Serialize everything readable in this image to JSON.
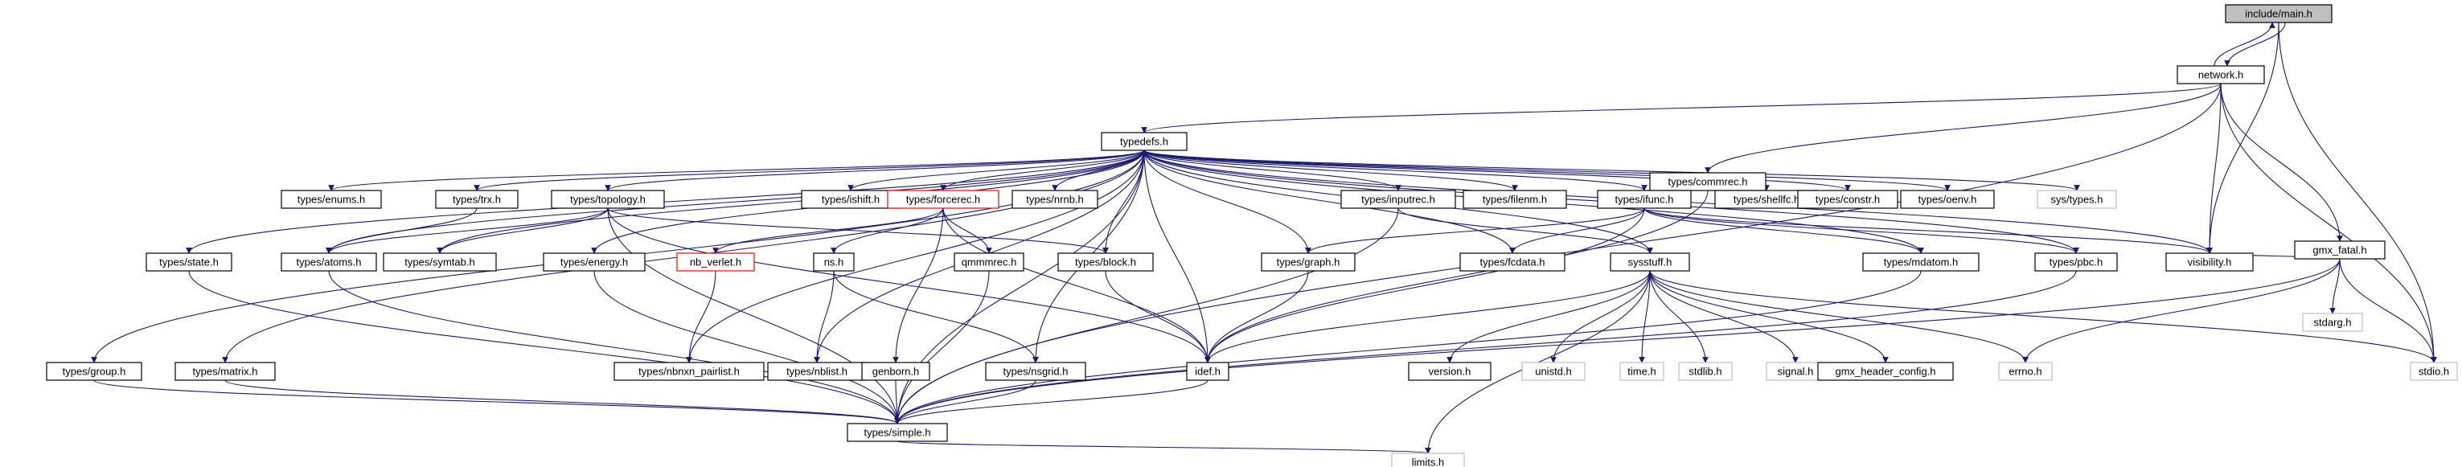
{
  "diagram": {
    "edge_color": "#191970",
    "root_fill": "#bfbfbf",
    "missing_border": "#bfbfbf",
    "truncated_border": "#ff0000",
    "nodes": [
      {
        "id": "main",
        "label": "include/main.h",
        "kind": "root"
      },
      {
        "id": "network",
        "label": "network.h",
        "kind": "normal"
      },
      {
        "id": "typedefs",
        "label": "typedefs.h",
        "kind": "normal"
      },
      {
        "id": "commrec",
        "label": "types/commrec.h",
        "kind": "normal"
      },
      {
        "id": "gmx_fatal",
        "label": "gmx_fatal.h",
        "kind": "normal"
      },
      {
        "id": "enums",
        "label": "types/enums.h",
        "kind": "normal"
      },
      {
        "id": "trx",
        "label": "types/trx.h",
        "kind": "normal"
      },
      {
        "id": "topology",
        "label": "types/topology.h",
        "kind": "normal"
      },
      {
        "id": "ishift",
        "label": "types/ishift.h",
        "kind": "normal"
      },
      {
        "id": "forcerec",
        "label": "types/forcerec.h",
        "kind": "truncated"
      },
      {
        "id": "nrnb",
        "label": "types/nrnb.h",
        "kind": "normal"
      },
      {
        "id": "inputrec",
        "label": "types/inputrec.h",
        "kind": "normal"
      },
      {
        "id": "filenm",
        "label": "types/filenm.h",
        "kind": "normal"
      },
      {
        "id": "ifunc",
        "label": "types/ifunc.h",
        "kind": "normal"
      },
      {
        "id": "shellfc",
        "label": "types/shellfc.h",
        "kind": "normal"
      },
      {
        "id": "constr",
        "label": "types/constr.h",
        "kind": "normal"
      },
      {
        "id": "oenv",
        "label": "types/oenv.h",
        "kind": "normal"
      },
      {
        "id": "systypes",
        "label": "sys/types.h",
        "kind": "missing"
      },
      {
        "id": "visibility",
        "label": "visibility.h",
        "kind": "normal"
      },
      {
        "id": "stdarg",
        "label": "stdarg.h",
        "kind": "missing"
      },
      {
        "id": "stdio",
        "label": "stdio.h",
        "kind": "missing"
      },
      {
        "id": "state",
        "label": "types/state.h",
        "kind": "normal"
      },
      {
        "id": "atoms",
        "label": "types/atoms.h",
        "kind": "normal"
      },
      {
        "id": "symtab",
        "label": "types/symtab.h",
        "kind": "normal"
      },
      {
        "id": "energy",
        "label": "types/energy.h",
        "kind": "normal"
      },
      {
        "id": "nb_verlet",
        "label": "nb_verlet.h",
        "kind": "truncated"
      },
      {
        "id": "ns",
        "label": "ns.h",
        "kind": "normal"
      },
      {
        "id": "qmmmrec",
        "label": "qmmmrec.h",
        "kind": "normal"
      },
      {
        "id": "block",
        "label": "types/block.h",
        "kind": "normal"
      },
      {
        "id": "graph",
        "label": "types/graph.h",
        "kind": "normal"
      },
      {
        "id": "fcdata",
        "label": "types/fcdata.h",
        "kind": "normal"
      },
      {
        "id": "sysstuff",
        "label": "sysstuff.h",
        "kind": "normal"
      },
      {
        "id": "mdatom",
        "label": "types/mdatom.h",
        "kind": "normal"
      },
      {
        "id": "pbc",
        "label": "types/pbc.h",
        "kind": "normal"
      },
      {
        "id": "group",
        "label": "types/group.h",
        "kind": "normal"
      },
      {
        "id": "matrix",
        "label": "types/matrix.h",
        "kind": "normal"
      },
      {
        "id": "nbnxn",
        "label": "types/nbnxn_pairlist.h",
        "kind": "normal"
      },
      {
        "id": "nblist",
        "label": "types/nblist.h",
        "kind": "normal"
      },
      {
        "id": "genborn",
        "label": "genborn.h",
        "kind": "normal"
      },
      {
        "id": "nsgrid",
        "label": "types/nsgrid.h",
        "kind": "normal"
      },
      {
        "id": "idef",
        "label": "idef.h",
        "kind": "normal"
      },
      {
        "id": "version",
        "label": "version.h",
        "kind": "normal"
      },
      {
        "id": "unistd",
        "label": "unistd.h",
        "kind": "missing"
      },
      {
        "id": "time",
        "label": "time.h",
        "kind": "missing"
      },
      {
        "id": "stdlib",
        "label": "stdlib.h",
        "kind": "missing"
      },
      {
        "id": "signal",
        "label": "signal.h",
        "kind": "missing"
      },
      {
        "id": "gmx_header_config",
        "label": "gmx_header_config.h",
        "kind": "normal"
      },
      {
        "id": "errno",
        "label": "errno.h",
        "kind": "missing"
      },
      {
        "id": "simple",
        "label": "types/simple.h",
        "kind": "normal"
      },
      {
        "id": "limits",
        "label": "limits.h",
        "kind": "missing"
      }
    ],
    "edges": [
      [
        "main",
        "network"
      ],
      [
        "main",
        "visibility"
      ],
      [
        "main",
        "stdio"
      ],
      [
        "network",
        "main"
      ],
      [
        "network",
        "typedefs"
      ],
      [
        "network",
        "commrec"
      ],
      [
        "network",
        "visibility"
      ],
      [
        "network",
        "gmx_fatal"
      ],
      [
        "network",
        "stdio"
      ],
      [
        "network",
        "simple"
      ],
      [
        "commrec",
        "idef"
      ],
      [
        "typedefs",
        "enums"
      ],
      [
        "typedefs",
        "trx"
      ],
      [
        "typedefs",
        "topology"
      ],
      [
        "typedefs",
        "ishift"
      ],
      [
        "typedefs",
        "forcerec"
      ],
      [
        "typedefs",
        "nrnb"
      ],
      [
        "typedefs",
        "inputrec"
      ],
      [
        "typedefs",
        "filenm"
      ],
      [
        "typedefs",
        "ifunc"
      ],
      [
        "typedefs",
        "shellfc"
      ],
      [
        "typedefs",
        "constr"
      ],
      [
        "typedefs",
        "oenv"
      ],
      [
        "typedefs",
        "systypes"
      ],
      [
        "typedefs",
        "visibility"
      ],
      [
        "typedefs",
        "state"
      ],
      [
        "typedefs",
        "atoms"
      ],
      [
        "typedefs",
        "symtab"
      ],
      [
        "typedefs",
        "energy"
      ],
      [
        "typedefs",
        "block"
      ],
      [
        "typedefs",
        "graph"
      ],
      [
        "typedefs",
        "fcdata"
      ],
      [
        "typedefs",
        "sysstuff"
      ],
      [
        "typedefs",
        "mdatom"
      ],
      [
        "typedefs",
        "pbc"
      ],
      [
        "typedefs",
        "group"
      ],
      [
        "typedefs",
        "matrix"
      ],
      [
        "typedefs",
        "nbnxn"
      ],
      [
        "typedefs",
        "nblist"
      ],
      [
        "typedefs",
        "idef"
      ],
      [
        "typedefs",
        "nsgrid"
      ],
      [
        "typedefs",
        "simple"
      ],
      [
        "gmx_fatal",
        "visibility"
      ],
      [
        "gmx_fatal",
        "stdarg"
      ],
      [
        "gmx_fatal",
        "stdio"
      ],
      [
        "gmx_fatal",
        "errno"
      ],
      [
        "gmx_fatal",
        "simple"
      ],
      [
        "trx",
        "atoms"
      ],
      [
        "topology",
        "atoms"
      ],
      [
        "topology",
        "symtab"
      ],
      [
        "topology",
        "block"
      ],
      [
        "topology",
        "idef"
      ],
      [
        "topology",
        "simple"
      ],
      [
        "forcerec",
        "nb_verlet"
      ],
      [
        "forcerec",
        "ns"
      ],
      [
        "forcerec",
        "qmmmrec"
      ],
      [
        "forcerec",
        "genborn"
      ],
      [
        "forcerec",
        "idef"
      ],
      [
        "nb_verlet",
        "nbnxn"
      ],
      [
        "ns",
        "nsgrid"
      ],
      [
        "ns",
        "nblist"
      ],
      [
        "qmmmrec",
        "simple"
      ],
      [
        "inputrec",
        "sysstuff"
      ],
      [
        "inputrec",
        "simple"
      ],
      [
        "ifunc",
        "graph"
      ],
      [
        "ifunc",
        "fcdata"
      ],
      [
        "ifunc",
        "idef"
      ],
      [
        "ifunc",
        "mdatom"
      ],
      [
        "ifunc",
        "pbc"
      ],
      [
        "ifunc",
        "visibility"
      ],
      [
        "state",
        "simple"
      ],
      [
        "atoms",
        "simple"
      ],
      [
        "energy",
        "simple"
      ],
      [
        "block",
        "idef"
      ],
      [
        "graph",
        "idef"
      ],
      [
        "sysstuff",
        "idef"
      ],
      [
        "sysstuff",
        "version"
      ],
      [
        "sysstuff",
        "unistd"
      ],
      [
        "sysstuff",
        "time"
      ],
      [
        "sysstuff",
        "stdlib"
      ],
      [
        "sysstuff",
        "signal"
      ],
      [
        "sysstuff",
        "gmx_header_config"
      ],
      [
        "sysstuff",
        "errno"
      ],
      [
        "sysstuff",
        "stdio"
      ],
      [
        "sysstuff",
        "limits"
      ],
      [
        "mdatom",
        "simple"
      ],
      [
        "pbc",
        "simple"
      ],
      [
        "group",
        "simple"
      ],
      [
        "matrix",
        "simple"
      ],
      [
        "nsgrid",
        "simple"
      ],
      [
        "genborn",
        "simple"
      ],
      [
        "idef",
        "simple"
      ],
      [
        "simple",
        "limits"
      ]
    ]
  }
}
